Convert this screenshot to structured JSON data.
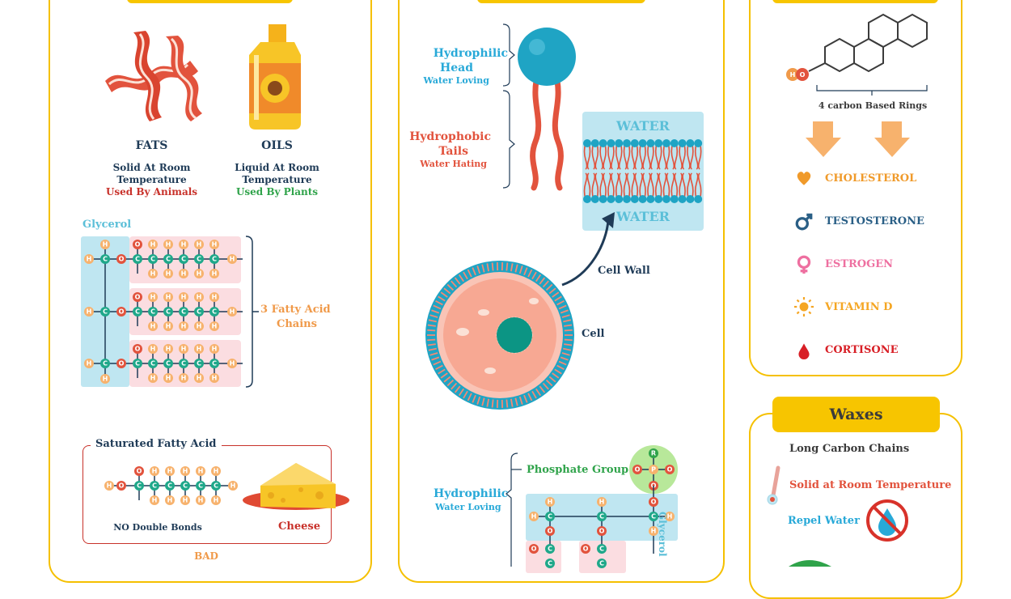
{
  "colors": {
    "accent": "#f7c500",
    "navy": "#1f3b57",
    "red": "#c8312a",
    "green": "#2fa34a",
    "blue": "#28a9d8",
    "orange": "#f09a4a",
    "pink": "#ec6f9b"
  },
  "fats": {
    "title": "FATS",
    "desc1": "Solid At Room",
    "desc2": "Temperature",
    "use": "Used By Animals"
  },
  "oils": {
    "title": "OILS",
    "desc1": "Liquid At Room",
    "desc2": "Temperature",
    "use": "Used By Plants"
  },
  "glycerol_label": "Glycerol",
  "fatty_acid_label_1": "3 Fatty Acid",
  "fatty_acid_label_2": "Chains",
  "saturated": {
    "title": "Saturated Fatty Acid",
    "note": "NO Double Bonds",
    "example": "Cheese",
    "verdict": "BAD"
  },
  "membrane": {
    "head_1": "Hydrophilic",
    "head_2": "Head",
    "head_sub": "Water Loving",
    "tail_1": "Hydrophobic",
    "tail_2": "Tails",
    "tail_sub": "Water Hating",
    "water_top": "WATER",
    "water_bottom": "WATER",
    "cell_wall": "Cell Wall",
    "cell": "Cell"
  },
  "phospholipid": {
    "phosphate": "Phosphate Group",
    "hydrophilic": "Hydrophilic",
    "hydrophilic_sub": "Water Loving",
    "glycerol": "Glycerol"
  },
  "steroids": {
    "rings": "4 carbon Based Rings",
    "items": [
      {
        "icon": "heart-icon",
        "label": "CHOLESTEROL",
        "color": "#f09a2a"
      },
      {
        "icon": "male-symbol-icon",
        "label": "TESTOSTERONE",
        "color": "#2a5f86"
      },
      {
        "icon": "female-symbol-icon",
        "label": "ESTROGEN",
        "color": "#ee6fa0"
      },
      {
        "icon": "sun-icon",
        "label": "VITAMIN D",
        "color": "#f5a623"
      },
      {
        "icon": "drop-icon",
        "label": "CORTISONE",
        "color": "#d81f26"
      }
    ]
  },
  "waxes": {
    "title": "Waxes",
    "line1": "Long Carbon Chains",
    "line2": "Solid at Room Temperature",
    "line3": "Repel Water"
  }
}
